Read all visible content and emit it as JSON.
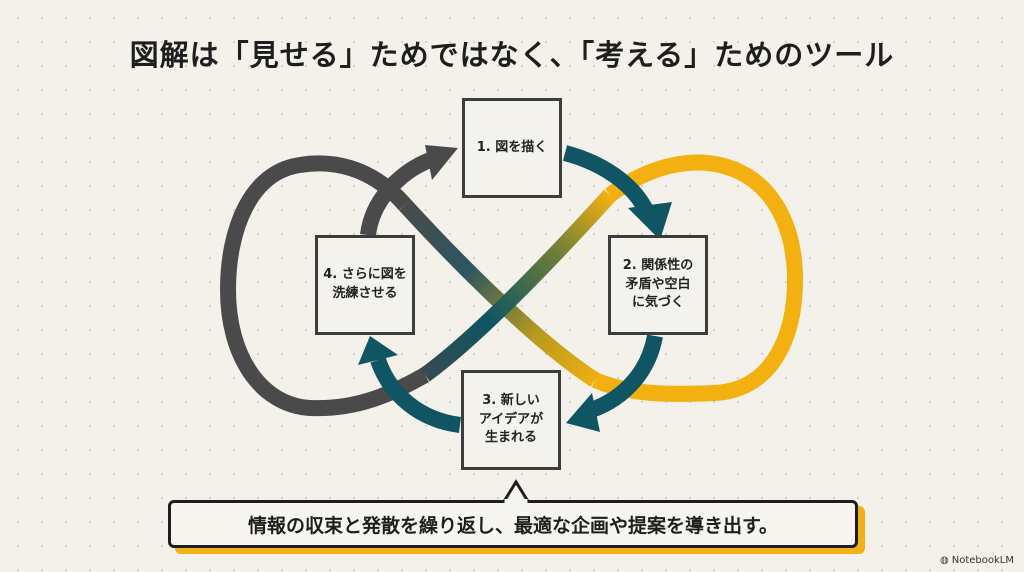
{
  "title": "図解は「見せる」ためではなく、「考える」ためのツール",
  "steps": [
    {
      "label": "1. 図を描く"
    },
    {
      "label": "2. 関係性の\n矛盾や空白\nに気づく"
    },
    {
      "label": "3. 新しい\nアイデアが\n生まれる"
    },
    {
      "label": "4. さらに図を\n洗練させる"
    }
  ],
  "callout": "情報の収束と発散を繰り返し、最適な企画や提案を導き出す。",
  "brand": "NotebookLM",
  "colors": {
    "gray": "#4a4a4a",
    "teal": "#0f5563",
    "yellow": "#f2b111",
    "background": "#f3f1ea"
  }
}
